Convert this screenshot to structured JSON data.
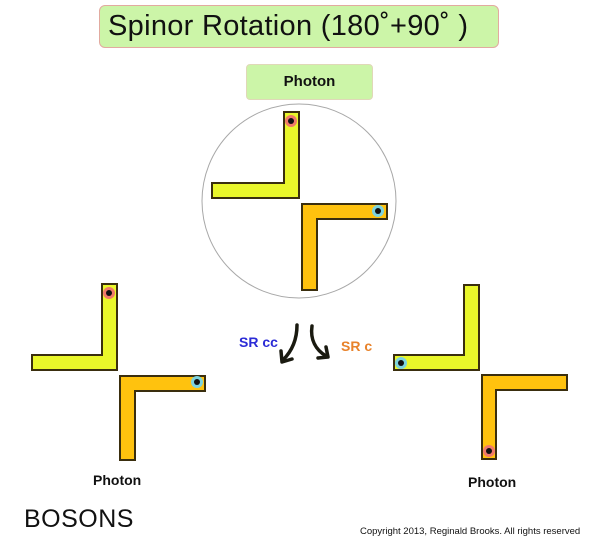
{
  "title": "Spinor Rotation (180˚+90˚ )",
  "top_label": "Photon",
  "left_label": "Photon",
  "right_label": "Photon",
  "rotation_labels": {
    "counterclockwise": "SR cc",
    "clockwise": "SR c"
  },
  "footer": {
    "category": "BOSONS",
    "copyright": "Copyright 2013, Reginald Brooks. All rights reserved"
  },
  "colors": {
    "title_bg": "#ccf5a8",
    "yellow_arm": "#eaf72a",
    "orange_arm": "#ffc20e",
    "outline": "#3a2e0e",
    "red_marker": "#f07a6a",
    "cyan_marker": "#7dd3de",
    "sr_cc": "#2b2bd6",
    "sr_c": "#e8822a"
  },
  "diagrams": [
    {
      "name": "top",
      "state": "initial",
      "enclosed_in_circle": true,
      "red_marker_on": "yellow",
      "cyan_marker_on": "orange"
    },
    {
      "name": "left",
      "state": "after SR cc",
      "red_marker_on": "yellow",
      "cyan_marker_on": "orange"
    },
    {
      "name": "right",
      "state": "after SR c",
      "red_marker_on": "orange",
      "cyan_marker_on": "yellow"
    }
  ]
}
